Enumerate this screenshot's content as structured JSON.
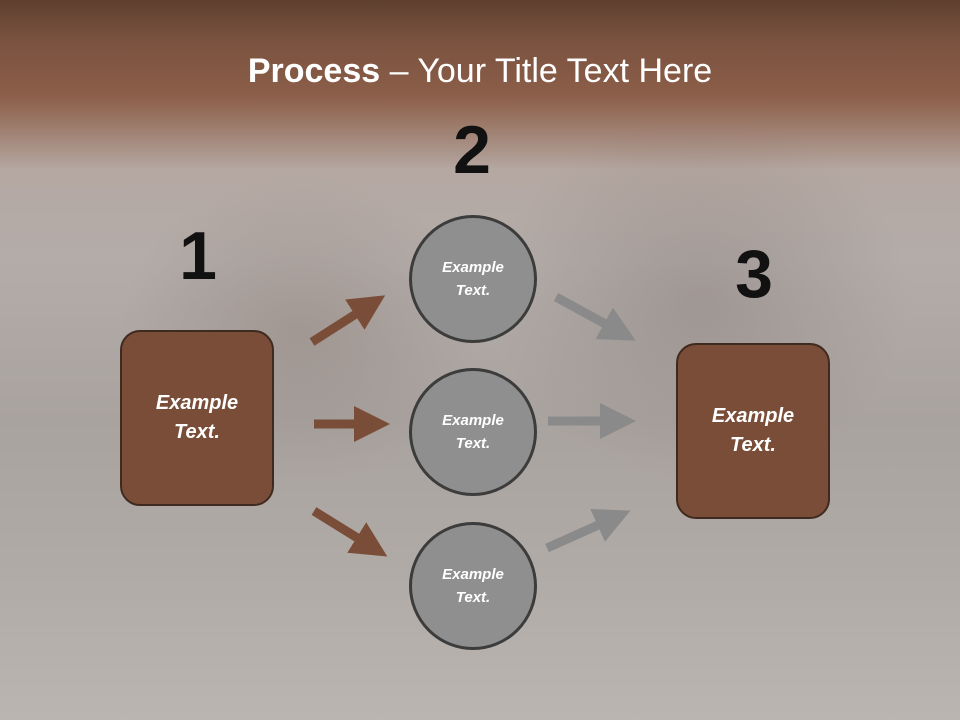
{
  "title": {
    "bold": "Process",
    "rest": " – Your Title Text Here"
  },
  "steps": [
    {
      "number": "1",
      "text_line1": "Example",
      "text_line2": "Text."
    },
    {
      "number": "2"
    },
    {
      "number": "3",
      "text_line1": "Example",
      "text_line2": "Text."
    }
  ],
  "circles": [
    {
      "line1": "Example",
      "line2": "Text."
    },
    {
      "line1": "Example",
      "line2": "Text."
    },
    {
      "line1": "Example",
      "line2": "Text."
    }
  ],
  "colors": {
    "box_fill": "#7a4d38",
    "circle_fill": "#8f8f8f",
    "arrow_brown": "#7a4d38",
    "arrow_gray": "#8a8a8a"
  }
}
